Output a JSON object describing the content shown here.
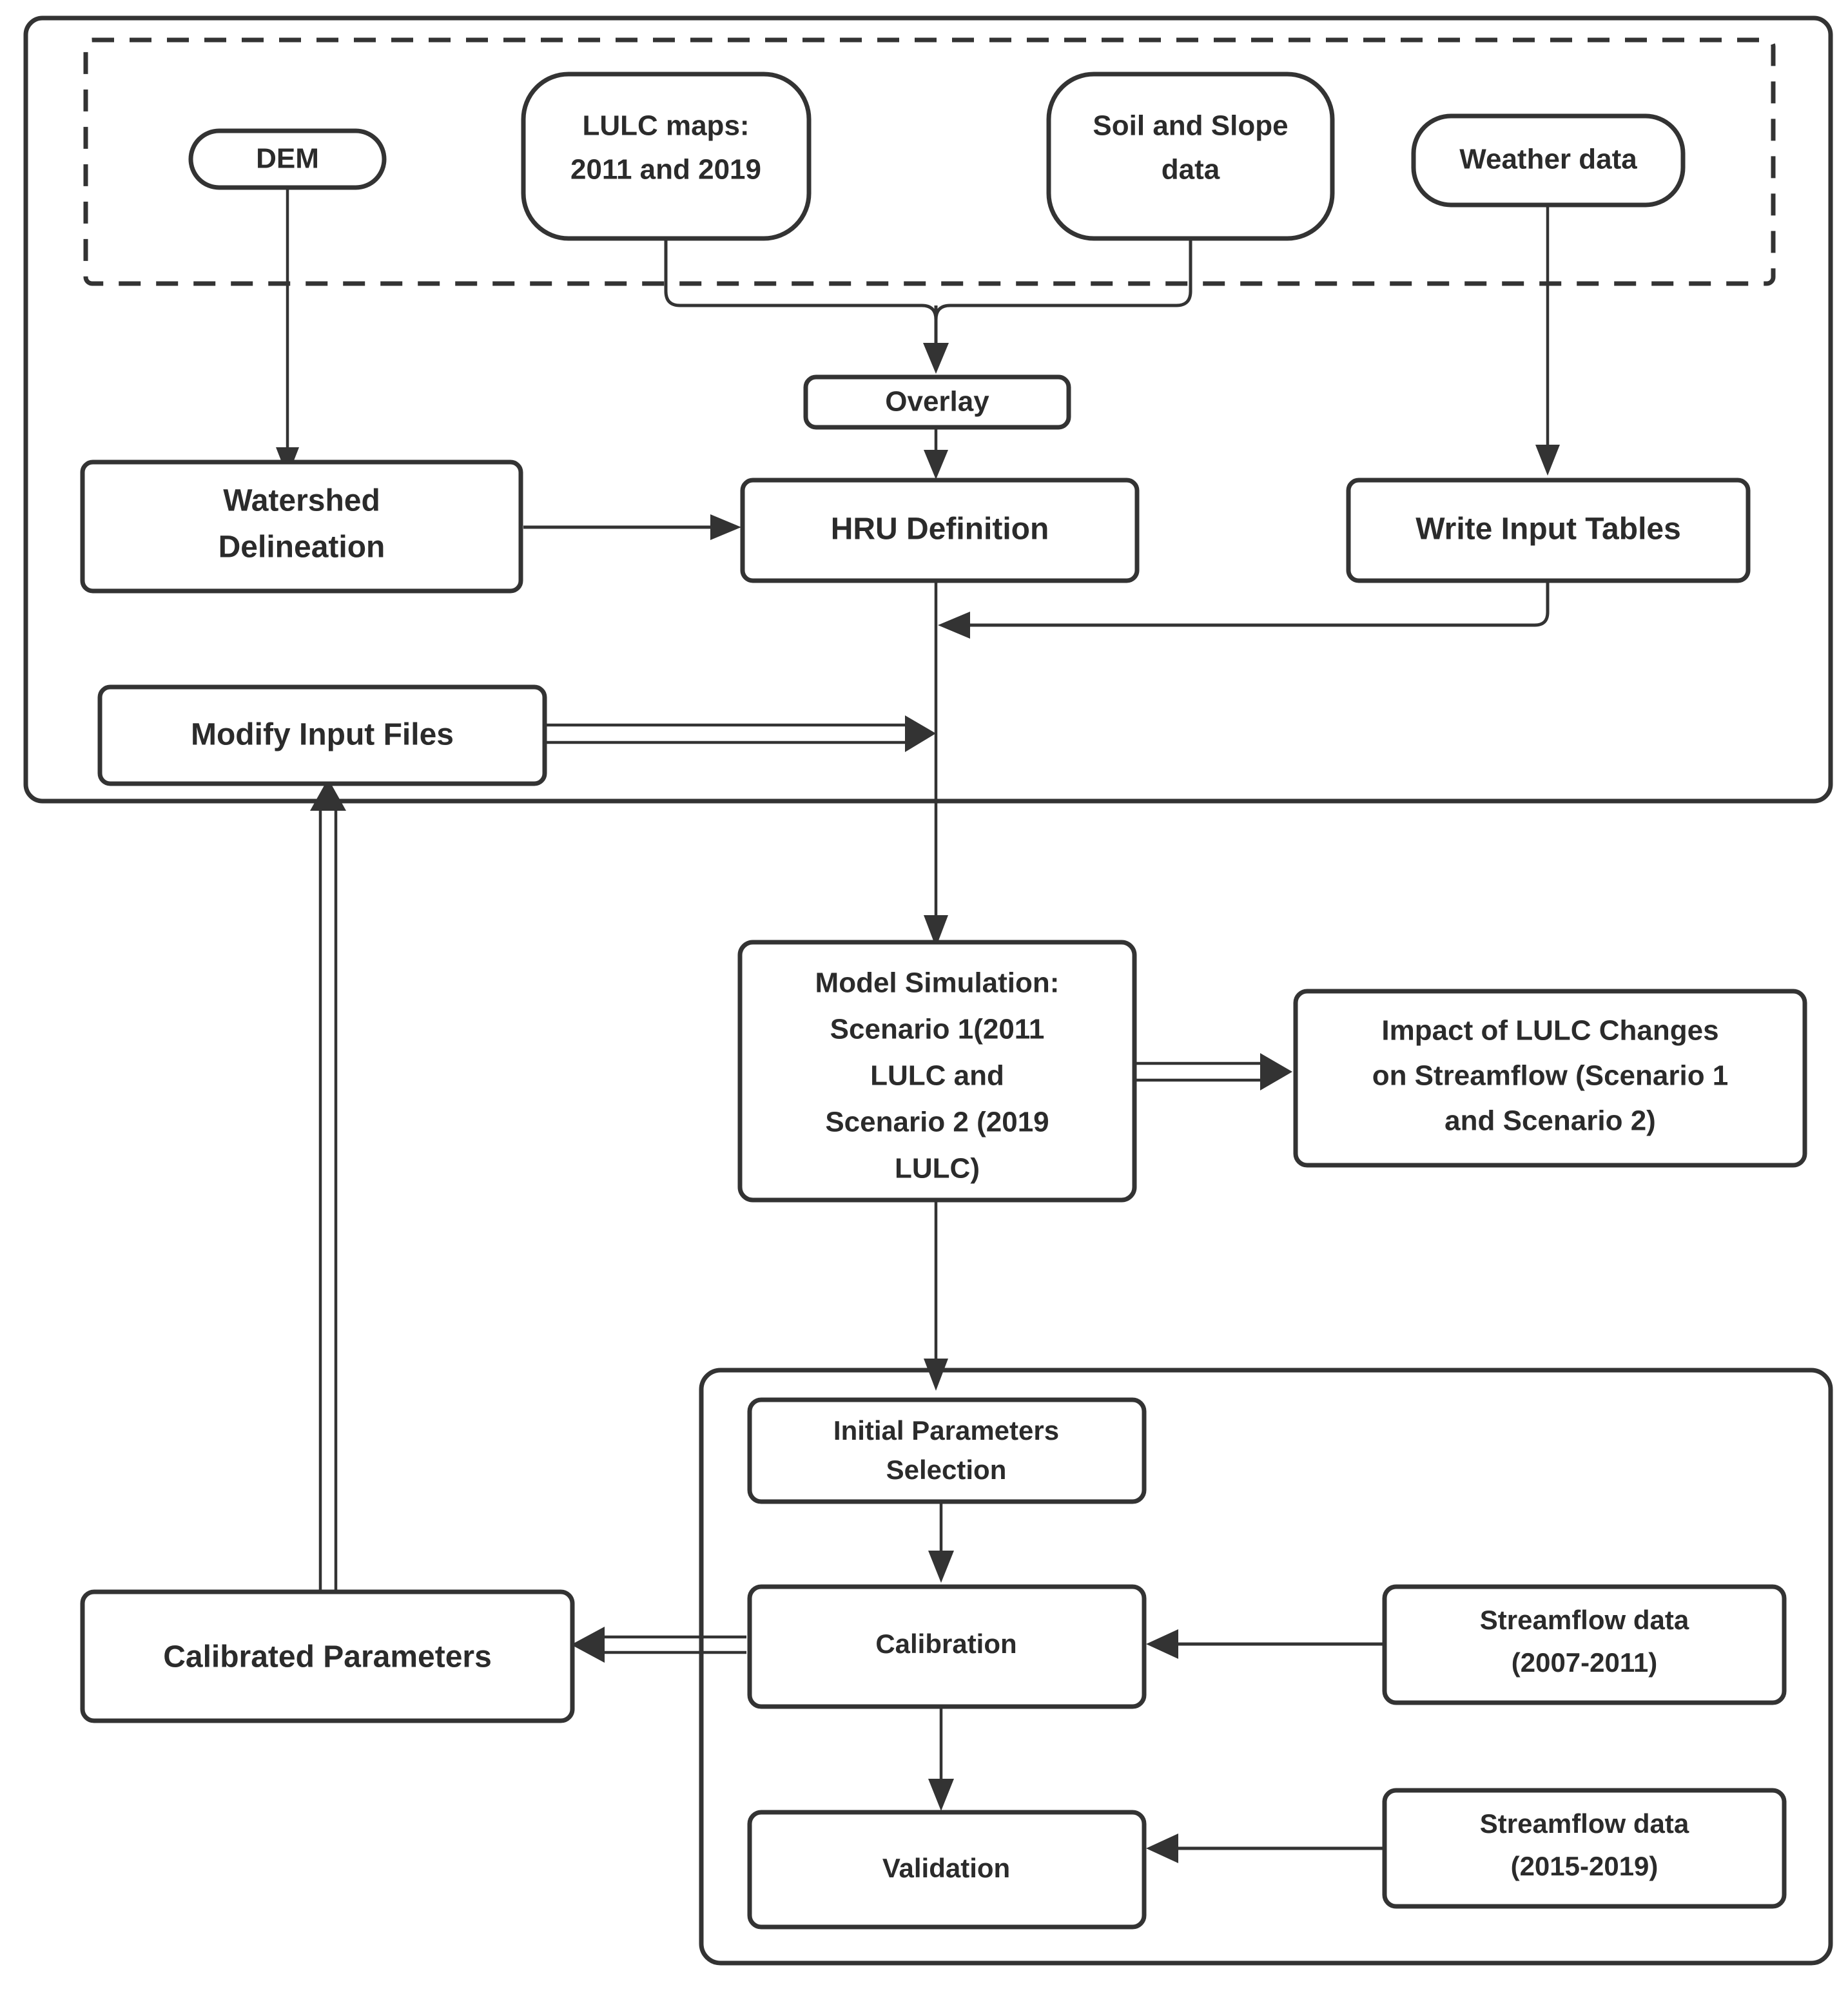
{
  "diagram": {
    "title": "SWAT modeling workflow flowchart",
    "colors": {
      "stroke": "#333333",
      "text": "#2b2b2b",
      "background": "#ffffff"
    },
    "containers": [
      {
        "id": "preprocessing-container",
        "name": "Pre-processing container"
      },
      {
        "id": "input-data-dashed-container",
        "name": "Input data group (dashed)"
      },
      {
        "id": "calibration-container",
        "name": "Calibration and validation container"
      }
    ],
    "nodes": {
      "dem": "DEM",
      "lulc_maps_line1": "LULC maps:",
      "lulc_maps_line2": "2011 and 2019",
      "soil_slope_line1": "Soil and Slope",
      "soil_slope_line2": "data",
      "weather_data": "Weather data",
      "overlay": "Overlay",
      "watershed_line1": "Watershed",
      "watershed_line2": "Delineation",
      "hru_definition": "HRU Definition",
      "write_input_tables": "Write Input Tables",
      "modify_input_files": "Modify Input Files",
      "model_sim_line1": "Model Simulation:",
      "model_sim_line2": "Scenario 1(2011",
      "model_sim_line3": "LULC and",
      "model_sim_line4": "Scenario 2 (2019",
      "model_sim_line5": "LULC)",
      "impact_line1": "Impact of LULC Changes",
      "impact_line2": "on Streamflow (Scenario 1",
      "impact_line3": "and Scenario 2)",
      "initial_params_line1": "Initial Parameters",
      "initial_params_line2": "Selection",
      "calibration": "Calibration",
      "validation": "Validation",
      "calibrated_parameters": "Calibrated Parameters",
      "streamflow_cal_line1": "Streamflow data",
      "streamflow_cal_line2": "(2007-2011)",
      "streamflow_val_line1": "Streamflow data",
      "streamflow_val_line2": "(2015-2019)"
    },
    "edges": [
      {
        "from": "dem",
        "to": "watershed-delineation",
        "style": "single"
      },
      {
        "from": "lulc-maps",
        "to": "overlay",
        "style": "single"
      },
      {
        "from": "soil-slope-data",
        "to": "overlay",
        "style": "single"
      },
      {
        "from": "overlay",
        "to": "hru-definition",
        "style": "single"
      },
      {
        "from": "watershed-delineation",
        "to": "hru-definition",
        "style": "single"
      },
      {
        "from": "weather-data",
        "to": "write-input-tables",
        "style": "single"
      },
      {
        "from": "write-input-tables",
        "to": "hru-definition-trunk",
        "style": "single"
      },
      {
        "from": "modify-input-files",
        "to": "hru-definition-trunk",
        "style": "double"
      },
      {
        "from": "hru-definition",
        "to": "model-simulation",
        "style": "single"
      },
      {
        "from": "model-simulation",
        "to": "impact-of-lulc-changes",
        "style": "double"
      },
      {
        "from": "model-simulation",
        "to": "initial-parameters-selection",
        "style": "single"
      },
      {
        "from": "initial-parameters-selection",
        "to": "calibration",
        "style": "single"
      },
      {
        "from": "streamflow-data-calibration",
        "to": "calibration",
        "style": "single"
      },
      {
        "from": "calibration",
        "to": "validation",
        "style": "single"
      },
      {
        "from": "streamflow-data-validation",
        "to": "validation",
        "style": "single"
      },
      {
        "from": "calibration",
        "to": "calibrated-parameters",
        "style": "double"
      },
      {
        "from": "calibrated-parameters",
        "to": "modify-input-files",
        "style": "double"
      }
    ]
  }
}
